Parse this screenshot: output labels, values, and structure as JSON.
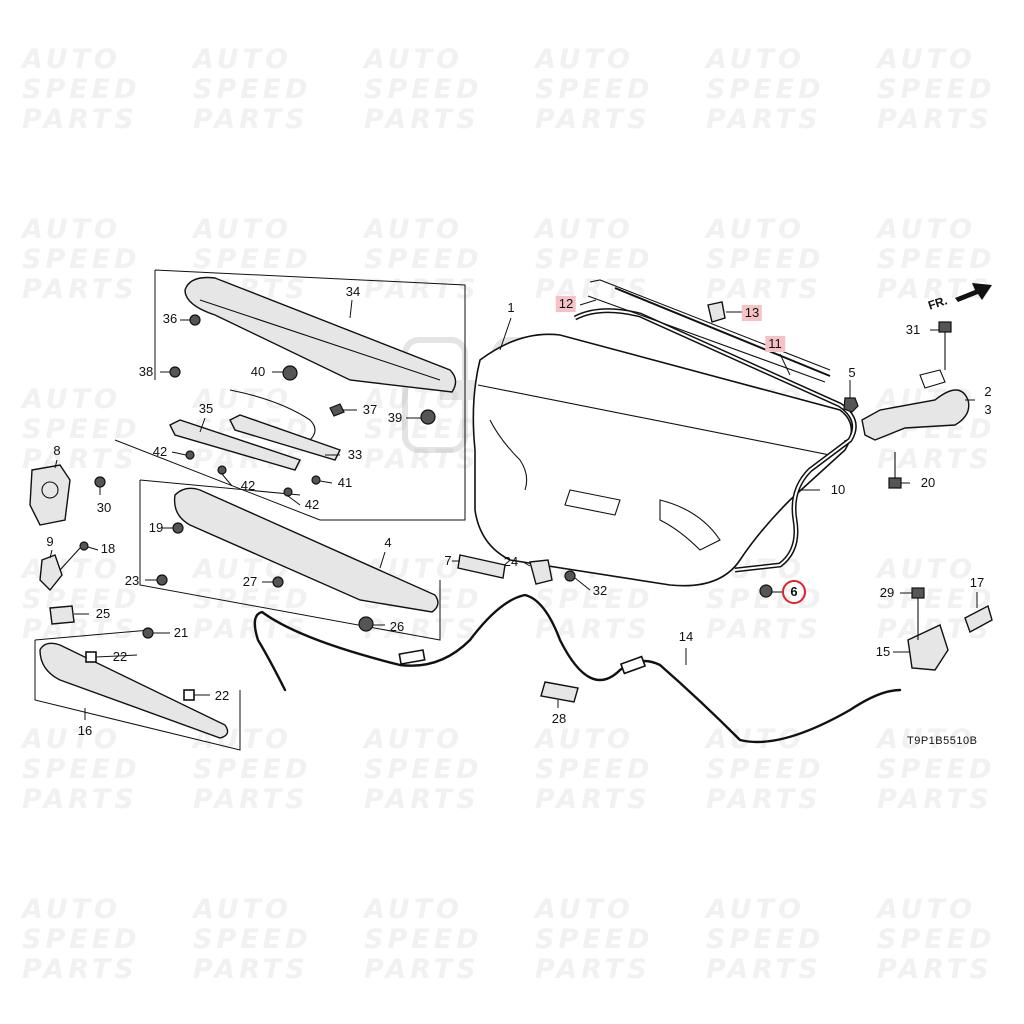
{
  "watermark": {
    "lines": [
      "AUTO",
      "SPEED",
      "PARTS"
    ],
    "color": "#f1f1f1"
  },
  "diagram": {
    "code": "T9P1B5510B",
    "direction_label": "FR.",
    "callouts": [
      {
        "id": "c1",
        "text": "1",
        "style": "plain"
      },
      {
        "id": "c2",
        "text": "2",
        "style": "plain"
      },
      {
        "id": "c3",
        "text": "3",
        "style": "plain"
      },
      {
        "id": "c4",
        "text": "4",
        "style": "plain"
      },
      {
        "id": "c5",
        "text": "5",
        "style": "plain"
      },
      {
        "id": "c6",
        "text": "6",
        "style": "circled"
      },
      {
        "id": "c7",
        "text": "7",
        "style": "plain"
      },
      {
        "id": "c8",
        "text": "8",
        "style": "plain"
      },
      {
        "id": "c9",
        "text": "9",
        "style": "plain"
      },
      {
        "id": "c10",
        "text": "10",
        "style": "plain"
      },
      {
        "id": "c11",
        "text": "11",
        "style": "highlighted"
      },
      {
        "id": "c12",
        "text": "12",
        "style": "highlighted"
      },
      {
        "id": "c13",
        "text": "13",
        "style": "highlighted"
      },
      {
        "id": "c14",
        "text": "14",
        "style": "plain"
      },
      {
        "id": "c15",
        "text": "15",
        "style": "plain"
      },
      {
        "id": "c16",
        "text": "16",
        "style": "plain"
      },
      {
        "id": "c17",
        "text": "17",
        "style": "plain"
      },
      {
        "id": "c18",
        "text": "18",
        "style": "plain"
      },
      {
        "id": "c19",
        "text": "19",
        "style": "plain"
      },
      {
        "id": "c20",
        "text": "20",
        "style": "plain"
      },
      {
        "id": "c21",
        "text": "21",
        "style": "plain"
      },
      {
        "id": "c22a",
        "text": "22",
        "style": "plain"
      },
      {
        "id": "c22b",
        "text": "22",
        "style": "plain"
      },
      {
        "id": "c23",
        "text": "23",
        "style": "plain"
      },
      {
        "id": "c24",
        "text": "24",
        "style": "plain"
      },
      {
        "id": "c25",
        "text": "25",
        "style": "plain"
      },
      {
        "id": "c26",
        "text": "26",
        "style": "plain"
      },
      {
        "id": "c27",
        "text": "27",
        "style": "plain"
      },
      {
        "id": "c28",
        "text": "28",
        "style": "plain"
      },
      {
        "id": "c29",
        "text": "29",
        "style": "plain"
      },
      {
        "id": "c30",
        "text": "30",
        "style": "plain"
      },
      {
        "id": "c31",
        "text": "31",
        "style": "plain"
      },
      {
        "id": "c32",
        "text": "32",
        "style": "plain"
      },
      {
        "id": "c33",
        "text": "33",
        "style": "plain"
      },
      {
        "id": "c34",
        "text": "34",
        "style": "plain"
      },
      {
        "id": "c35",
        "text": "35",
        "style": "plain"
      },
      {
        "id": "c36",
        "text": "36",
        "style": "plain"
      },
      {
        "id": "c37",
        "text": "37",
        "style": "plain"
      },
      {
        "id": "c38",
        "text": "38",
        "style": "plain"
      },
      {
        "id": "c39",
        "text": "39",
        "style": "plain"
      },
      {
        "id": "c40",
        "text": "40",
        "style": "plain"
      },
      {
        "id": "c41",
        "text": "41",
        "style": "plain"
      },
      {
        "id": "c42a",
        "text": "42",
        "style": "plain"
      },
      {
        "id": "c42b",
        "text": "42",
        "style": "plain"
      },
      {
        "id": "c42c",
        "text": "42",
        "style": "plain"
      }
    ],
    "colors": {
      "line": "#111111",
      "highlight_fill": "#f5c3c7",
      "circle_stroke": "#e0202a"
    }
  }
}
